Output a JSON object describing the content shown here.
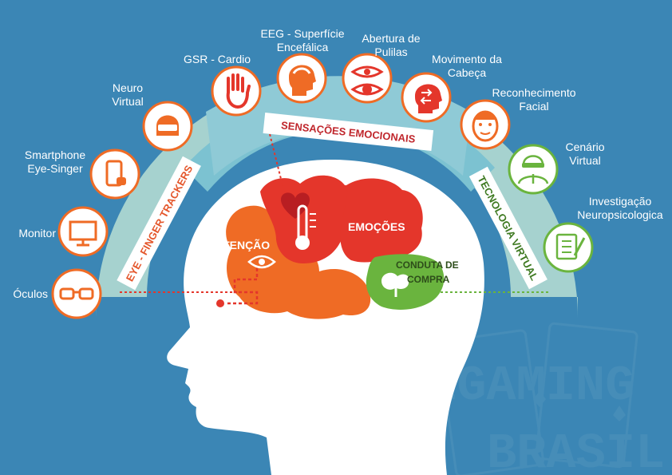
{
  "arc_labels": {
    "left": "EYE - FINGER TRACKERS",
    "center": "SENSAÇÕES EMOCIONAIS",
    "right": "TECNOLOGIA VIRTUAL"
  },
  "brain_regions": {
    "atencao": "ATENÇÃO",
    "emocoes": "EMOÇÕES",
    "conduta_line1": "CONDUTA DE",
    "conduta_line2": "COMPRA"
  },
  "devices": {
    "oculos": "Óculos",
    "monitor": "Monitor",
    "smartphone_1": "Smartphone",
    "smartphone_2": "Eye-Singer",
    "neuro_1": "Neuro",
    "neuro_2": "Virtual",
    "gsr": "GSR - Cardio",
    "eeg_1": "EEG - Superfície",
    "eeg_2": "Encefálica",
    "pupilas_1": "Abertura de",
    "pupilas_2": "Pulilas",
    "cabeca_1": "Movimento da",
    "cabeca_2": "Cabeça",
    "facial_1": "Reconhecimento",
    "facial_2": "Facial",
    "cenario_1": "Cenário",
    "cenario_2": "Virtual",
    "investig_1": "Investigação",
    "investig_2": "Neuropsicologica"
  },
  "watermark": {
    "line1": "iGAMING",
    "line2": "BRASIL"
  },
  "colors": {
    "background": "#3b86b5",
    "orange": "#ef6b25",
    "red": "#e4362b",
    "green": "#6ab43e",
    "arc_outer": "#a6d2cf",
    "arc_inner": "#7cc2d1"
  }
}
